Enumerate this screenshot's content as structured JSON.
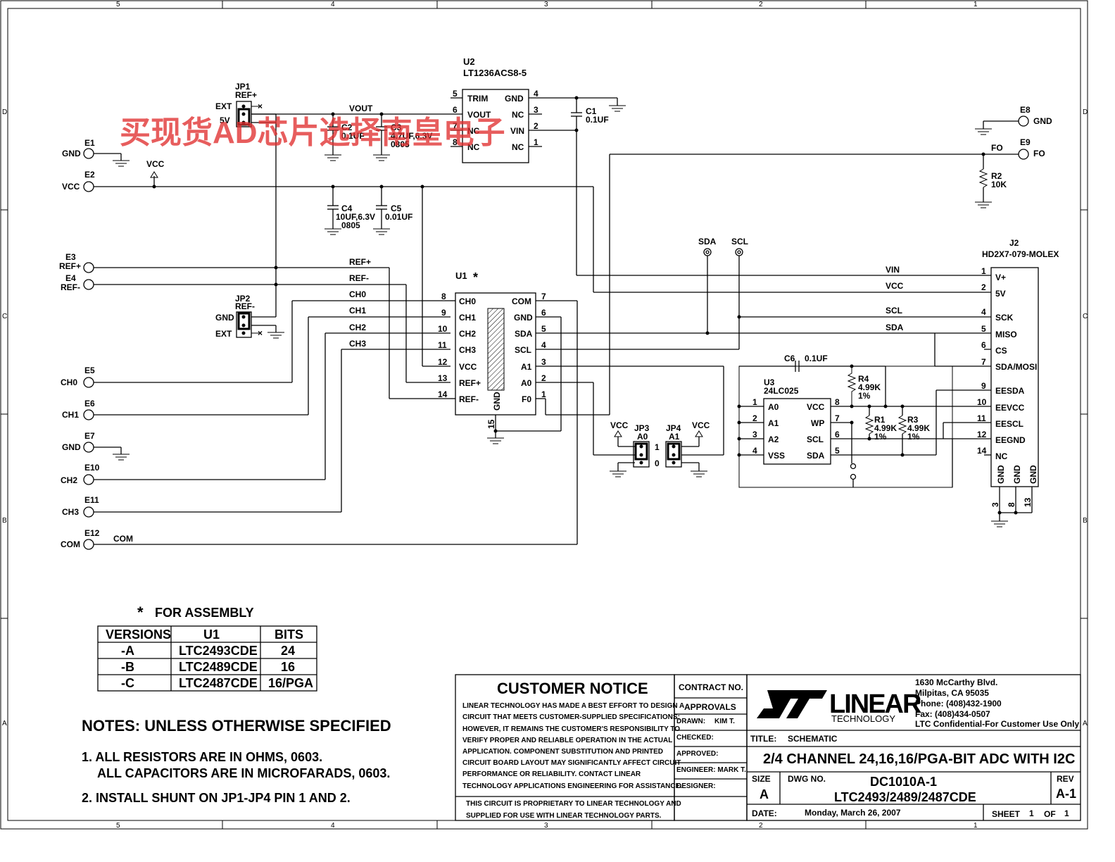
{
  "border": {
    "cols": [
      "5",
      "4",
      "3",
      "2",
      "1"
    ],
    "rows": [
      "D",
      "C",
      "B",
      "A"
    ]
  },
  "watermark": "买现货AD芯片选择南皇电子",
  "u2": {
    "ref": "U2",
    "part": "LT1236ACS8-5",
    "pins_left": [
      {
        "num": "5",
        "name": "TRIM"
      },
      {
        "num": "6",
        "name": "VOUT"
      },
      {
        "num": "7",
        "name": "NC"
      },
      {
        "num": "8",
        "name": "NC"
      }
    ],
    "pins_right": [
      {
        "num": "4",
        "name": "GND"
      },
      {
        "num": "3",
        "name": "NC"
      },
      {
        "num": "2",
        "name": "VIN"
      },
      {
        "num": "1",
        "name": "NC"
      }
    ]
  },
  "u1": {
    "ref": "U1",
    "star": "*",
    "pins_left": [
      {
        "num": "8",
        "name": "CH0"
      },
      {
        "num": "9",
        "name": "CH1"
      },
      {
        "num": "10",
        "name": "CH2"
      },
      {
        "num": "11",
        "name": "CH3"
      },
      {
        "num": "12",
        "name": "VCC"
      },
      {
        "num": "13",
        "name": "REF+"
      },
      {
        "num": "14",
        "name": "REF-"
      }
    ],
    "pins_right": [
      {
        "num": "7",
        "name": "COM"
      },
      {
        "num": "6",
        "name": "GND"
      },
      {
        "num": "5",
        "name": "SDA"
      },
      {
        "num": "4",
        "name": "SCL"
      },
      {
        "num": "3",
        "name": "A1"
      },
      {
        "num": "2",
        "name": "A0"
      },
      {
        "num": "1",
        "name": "F0"
      }
    ],
    "gnd_pad": "GND",
    "gnd_num": "15"
  },
  "u3": {
    "ref": "U3",
    "part": "24LC025",
    "pins_left": [
      {
        "num": "1",
        "name": "A0"
      },
      {
        "num": "2",
        "name": "A1"
      },
      {
        "num": "3",
        "name": "A2"
      },
      {
        "num": "4",
        "name": "VSS"
      }
    ],
    "pins_right": [
      {
        "num": "8",
        "name": "VCC"
      },
      {
        "num": "7",
        "name": "WP"
      },
      {
        "num": "6",
        "name": "SCL"
      },
      {
        "num": "5",
        "name": "SDA"
      }
    ]
  },
  "j2": {
    "ref": "J2",
    "part": "HD2X7-079-MOLEX",
    "pins": [
      {
        "num": "1",
        "name": "V+",
        "net": "VIN"
      },
      {
        "num": "2",
        "name": "5V",
        "net": "VCC"
      },
      {
        "num": "4",
        "name": "SCK",
        "net": "SCL"
      },
      {
        "num": "5",
        "name": "MISO",
        "net": "SDA"
      },
      {
        "num": "6",
        "name": "CS",
        "net": ""
      },
      {
        "num": "7",
        "name": "SDA/MOSI",
        "net": ""
      },
      {
        "num": "9",
        "name": "EESDA",
        "net": ""
      },
      {
        "num": "10",
        "name": "EEVCC",
        "net": ""
      },
      {
        "num": "11",
        "name": "EESCL",
        "net": ""
      },
      {
        "num": "12",
        "name": "EEGND",
        "net": ""
      },
      {
        "num": "14",
        "name": "NC",
        "net": ""
      }
    ],
    "gnd_pins": [
      {
        "num": "3",
        "name": "GND"
      },
      {
        "num": "8",
        "name": "GND"
      },
      {
        "num": "13",
        "name": "GND"
      }
    ]
  },
  "terminals": [
    {
      "ref": "E1",
      "label": "GND"
    },
    {
      "ref": "E2",
      "label": "VCC"
    },
    {
      "ref": "E3",
      "label": "REF+"
    },
    {
      "ref": "E4",
      "label": "REF-"
    },
    {
      "ref": "E5",
      "label": "CH0"
    },
    {
      "ref": "E6",
      "label": "CH1"
    },
    {
      "ref": "E7",
      "label": "GND"
    },
    {
      "ref": "E10",
      "label": "CH2"
    },
    {
      "ref": "E11",
      "label": "CH3"
    },
    {
      "ref": "E12",
      "label": "COM"
    },
    {
      "ref": "E8",
      "label": "GND"
    },
    {
      "ref": "E9",
      "label": "FO"
    }
  ],
  "jumpers": {
    "jp1": {
      "ref": "JP1",
      "net": "REF+",
      "top": "EXT",
      "bottom": "5V"
    },
    "jp2": {
      "ref": "JP2",
      "net": "REF-",
      "top": "GND",
      "bottom": "EXT"
    },
    "jp3": {
      "ref": "JP3",
      "net": "A0",
      "pin1": "1",
      "pin0": "0"
    },
    "jp4": {
      "ref": "JP4",
      "net": "A1"
    }
  },
  "caps": {
    "c1": {
      "ref": "C1",
      "value": "0.1UF"
    },
    "c2": {
      "ref": "C2",
      "value": "0.1UF"
    },
    "c3": {
      "ref": "C3",
      "value": "4.7UF,6.3V",
      "pkg": "0805"
    },
    "c4": {
      "ref": "C4",
      "value": "10UF,6.3V",
      "pkg": "0805"
    },
    "c5": {
      "ref": "C5",
      "value": "0.01UF"
    },
    "c6": {
      "ref": "C6",
      "value": "0.1UF"
    }
  },
  "resistors": {
    "r1": {
      "ref": "R1",
      "value": "4.99K",
      "tol": "1%"
    },
    "r2": {
      "ref": "R2",
      "value": "10K"
    },
    "r3": {
      "ref": "R3",
      "value": "4.99K",
      "tol": "1%"
    },
    "r4": {
      "ref": "R4",
      "value": "4.99K",
      "tol": "1%"
    }
  },
  "nets": {
    "vout": "VOUT",
    "vcc": "VCC",
    "refp": "REF+",
    "refn": "REF-",
    "ch0": "CH0",
    "ch1": "CH1",
    "ch2": "CH2",
    "ch3": "CH3",
    "com": "COM",
    "sda": "SDA",
    "scl": "SCL",
    "fo": "FO",
    "vin": "VIN"
  },
  "assembly": {
    "star": "*",
    "title": "FOR ASSEMBLY",
    "headers": [
      "VERSIONS",
      "U1",
      "BITS"
    ],
    "rows": [
      [
        "-A",
        "LTC2493CDE",
        "24"
      ],
      [
        "-B",
        "LTC2489CDE",
        "16"
      ],
      [
        "-C",
        "LTC2487CDE",
        "16/PGA"
      ]
    ]
  },
  "notes": {
    "title": "NOTES:  UNLESS OTHERWISE SPECIFIED",
    "n1a": "1.  ALL RESISTORS ARE IN OHMS, 0603.",
    "n1b": "ALL CAPACITORS ARE IN MICROFARADS, 0603.",
    "n2": "2.  INSTALL SHUNT ON JP1-JP4 PIN 1 AND 2."
  },
  "notice": {
    "title": "CUSTOMER NOTICE",
    "lines": [
      "LINEAR TECHNOLOGY HAS MADE A BEST EFFORT TO DESIGN A",
      "CIRCUIT THAT MEETS CUSTOMER-SUPPLIED SPECIFICATIONS;",
      "HOWEVER, IT REMAINS THE CUSTOMER'S RESPONSIBILITY TO",
      "VERIFY PROPER AND RELIABLE OPERATION IN THE ACTUAL",
      "APPLICATION.  COMPONENT SUBSTITUTION AND PRINTED",
      "CIRCUIT BOARD LAYOUT MAY SIGNIFICANTLY AFFECT CIRCUIT",
      "PERFORMANCE OR RELIABILITY.  CONTACT LINEAR",
      "TECHNOLOGY APPLICATIONS ENGINEERING FOR ASSISTANCE."
    ],
    "footer1": "THIS CIRCUIT IS PROPRIETARY TO LINEAR TECHNOLOGY AND",
    "footer2": "SUPPLIED FOR USE WITH LINEAR TECHNOLOGY PARTS."
  },
  "approvals": {
    "contract": "CONTRACT NO.",
    "approvals": "APPROVALS",
    "drawn": "DRAWN:",
    "drawn_by": "KIM T.",
    "checked": "CHECKED:",
    "approved": "APPROVED:",
    "engineer": "ENGINEER:  MARK T.",
    "designer": "DESIGNER:"
  },
  "titleblock": {
    "logo_line": "LINEAR",
    "logo_sub": "TECHNOLOGY",
    "address1": "1630 McCarthy Blvd.",
    "address2": "Milpitas, CA 95035",
    "phone": "Phone: (408)432-1900",
    "fax": "Fax: (408)434-0507",
    "confidential": "LTC Confidential-For Customer Use Only",
    "title_label": "TITLE:",
    "title_value": "SCHEMATIC",
    "title_main": "2/4 CHANNEL 24,16,16/PGA-BIT ADC WITH I2C",
    "size_label": "SIZE",
    "size_value": "A",
    "dwg_label": "DWG NO.",
    "dwg1": "DC1010A-1",
    "dwg2": "LTC2493/2489/2487CDE",
    "rev_label": "REV",
    "rev_value": "A-1",
    "date_label": "DATE:",
    "date_value": "Monday, March 26, 2007",
    "sheet_label": "SHEET",
    "sheet_value": "1",
    "of_label": "OF",
    "of_value": "1"
  }
}
